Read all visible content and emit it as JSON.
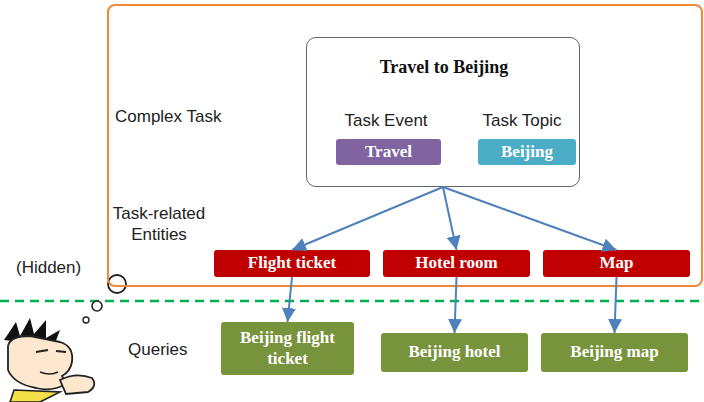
{
  "diagram": {
    "nodes": [
      {
        "text": [
          "Complex Task",
          "Task-related Entities"
        ]
      },
      {
        "text": [
          "Travel to Beijing",
          "Task Event",
          "Task Topic"
        ],
        "in": 0
      },
      {
        "text": [
          "Travel"
        ],
        "in": 1
      },
      {
        "text": [
          "Beijing"
        ],
        "in": 1
      },
      {
        "text": [
          "Flight ticket"
        ],
        "in": 0
      },
      {
        "text": [
          "Hotel room"
        ],
        "in": 0
      },
      {
        "text": [
          "Map"
        ],
        "in": 0
      },
      {
        "text": [
          "Beijing flight ticket"
        ]
      },
      {
        "text": [
          "Beijing hotel"
        ]
      },
      {
        "text": [
          "Beijing map"
        ]
      }
    ],
    "edges": [
      {
        "from": 1,
        "to": 4,
        "arrow": "to"
      },
      {
        "from": 1,
        "to": 5,
        "arrow": "to"
      },
      {
        "from": 1,
        "to": 6,
        "arrow": "to"
      },
      {
        "from": 4,
        "to": 7,
        "arrow": "to"
      },
      {
        "from": 5,
        "to": 8,
        "arrow": "to"
      },
      {
        "from": 6,
        "to": 9,
        "arrow": "to"
      }
    ],
    "labels": [
      "(Hidden)",
      "Queries"
    ]
  }
}
